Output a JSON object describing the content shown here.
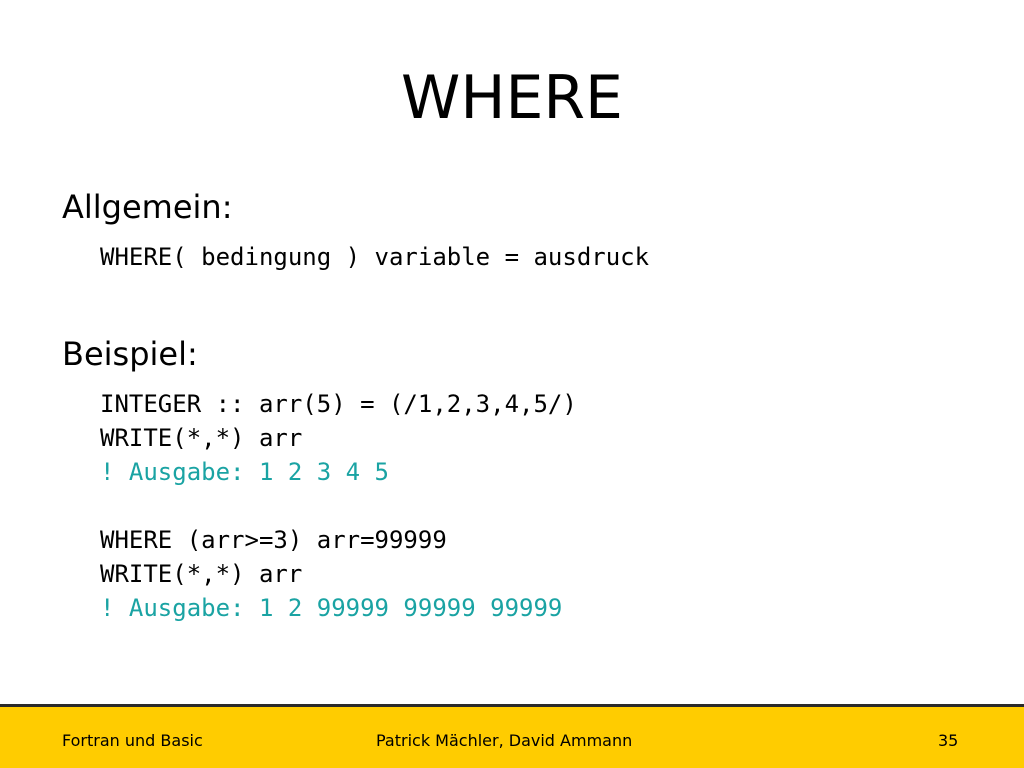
{
  "slide": {
    "title": "WHERE",
    "section_general": "Allgemein:",
    "syntax": "WHERE( bedingung ) variable = ausdruck",
    "section_example": "Beispiel:",
    "example_lines": [
      "INTEGER :: arr(5) = (/1,2,3,4,5/)",
      "WRITE(*,*) arr",
      "! Ausgabe: 1 2 3 4 5",
      "WHERE (arr>=3) arr=99999",
      "WRITE(*,*) arr",
      "! Ausgabe: 1 2 99999 99999 99999"
    ],
    "comment_color": "#1aa3a3"
  },
  "footer": {
    "left": "Fortran und Basic",
    "center": "Patrick Mächler, David Ammann",
    "page_number": "35",
    "background_color": "#ffcc00"
  }
}
